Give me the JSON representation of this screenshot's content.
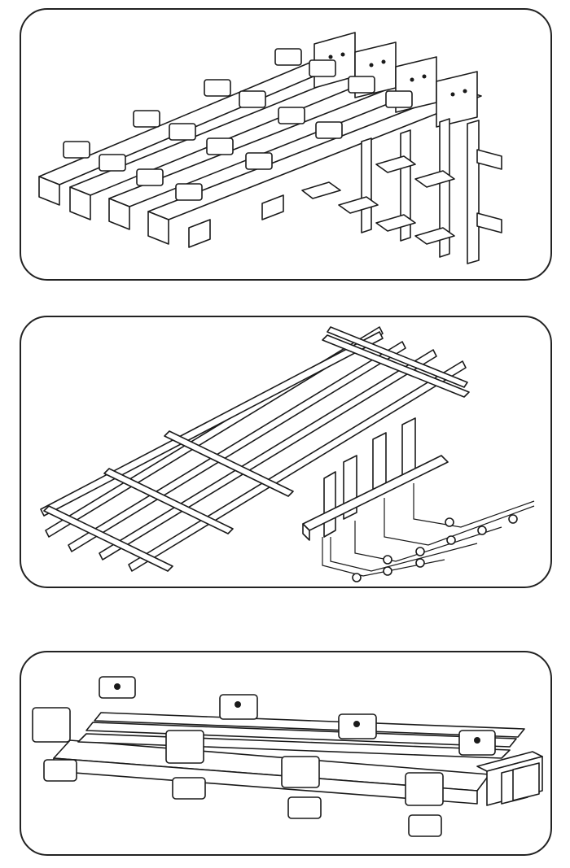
{
  "figure": {
    "panels": [
      {
        "id": "panel-1",
        "subject": "beam-and-column-frame"
      },
      {
        "id": "panel-2",
        "subject": "rail-grid-with-supports"
      },
      {
        "id": "panel-3",
        "subject": "stacked-beam-assembly"
      }
    ],
    "colors": {
      "line": "#1a1a1a",
      "fill": "#ffffff",
      "border": "#222222"
    }
  }
}
